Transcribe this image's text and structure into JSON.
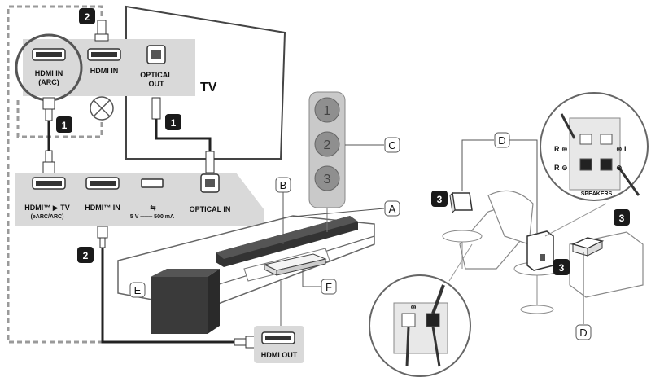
{
  "tv": {
    "label": "TV",
    "ports": {
      "hdmi_arc": [
        "HDMI IN",
        "(ARC)"
      ],
      "hdmi_in": "HDMI IN",
      "optical_out": [
        "OPTICAL",
        "OUT"
      ]
    }
  },
  "soundbar": {
    "ports": {
      "hdmi_tv": [
        "HDMI™ ▶ TV",
        "(eARC/ARC)"
      ],
      "hdmi_in": "HDMI™ IN",
      "usb": "5 V ═══ 500 mA",
      "optical_in": "OPTICAL IN"
    }
  },
  "source_device": {
    "port": "HDMI OUT"
  },
  "speaker_panel": {
    "title": "SPEAKERS",
    "r_plus": "R ⊕",
    "r_minus": "R ⊖",
    "l_plus": "⊕ L",
    "l_minus": "⊖",
    "terminal_plus": "⊕"
  },
  "badges": {
    "b1": "1",
    "b2": "2",
    "b3": "3"
  },
  "callouts": {
    "A": "A",
    "B": "B",
    "C": "C",
    "D": "D",
    "E": "E",
    "F": "F"
  },
  "remote_buttons": [
    "1",
    "2",
    "3"
  ],
  "colors": {
    "panel": "#d9d9d9",
    "badge": "#1a1a1a",
    "line": "#222222",
    "dashed": "#9a9a9a"
  }
}
